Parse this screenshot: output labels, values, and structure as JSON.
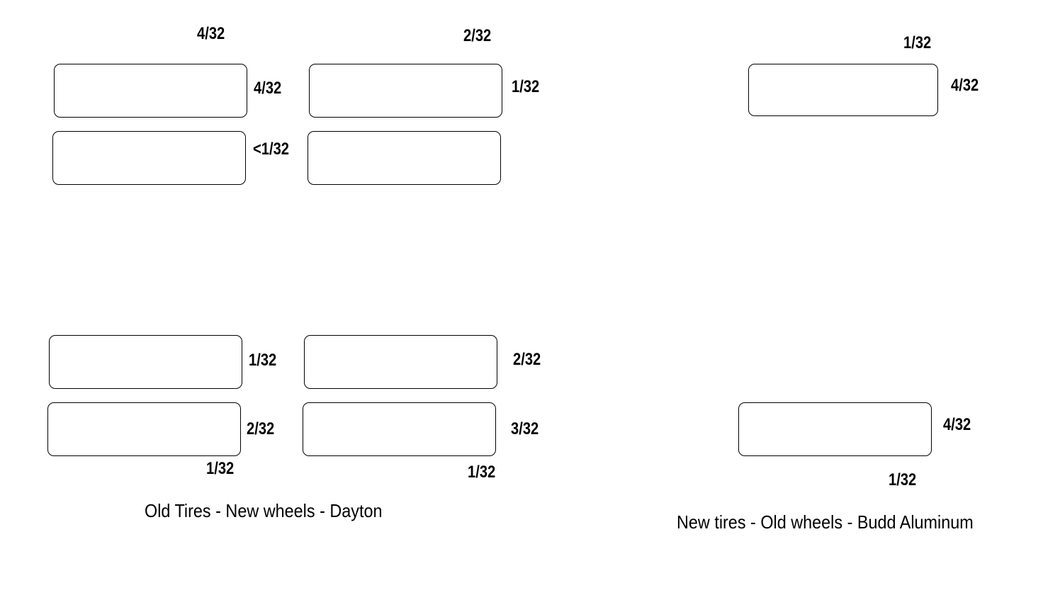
{
  "left_group": {
    "caption": "Old Tires - New wheels - Dayton",
    "front_left_outer": "4/32",
    "front_left_inner": "4/32",
    "front_left_second": "<1/32",
    "front_right_outer": "2/32",
    "front_right_inner": "1/32",
    "rear_left_upper": "1/32",
    "rear_left_lower": "2/32",
    "rear_left_bottom": "1/32",
    "rear_right_upper": "2/32",
    "rear_right_lower": "3/32",
    "rear_right_bottom": "1/32"
  },
  "right_group": {
    "caption": "New tires - Old wheels - Budd Aluminum",
    "front_top": "1/32",
    "front_side": "4/32",
    "rear_side": "4/32",
    "rear_bottom": "1/32"
  }
}
